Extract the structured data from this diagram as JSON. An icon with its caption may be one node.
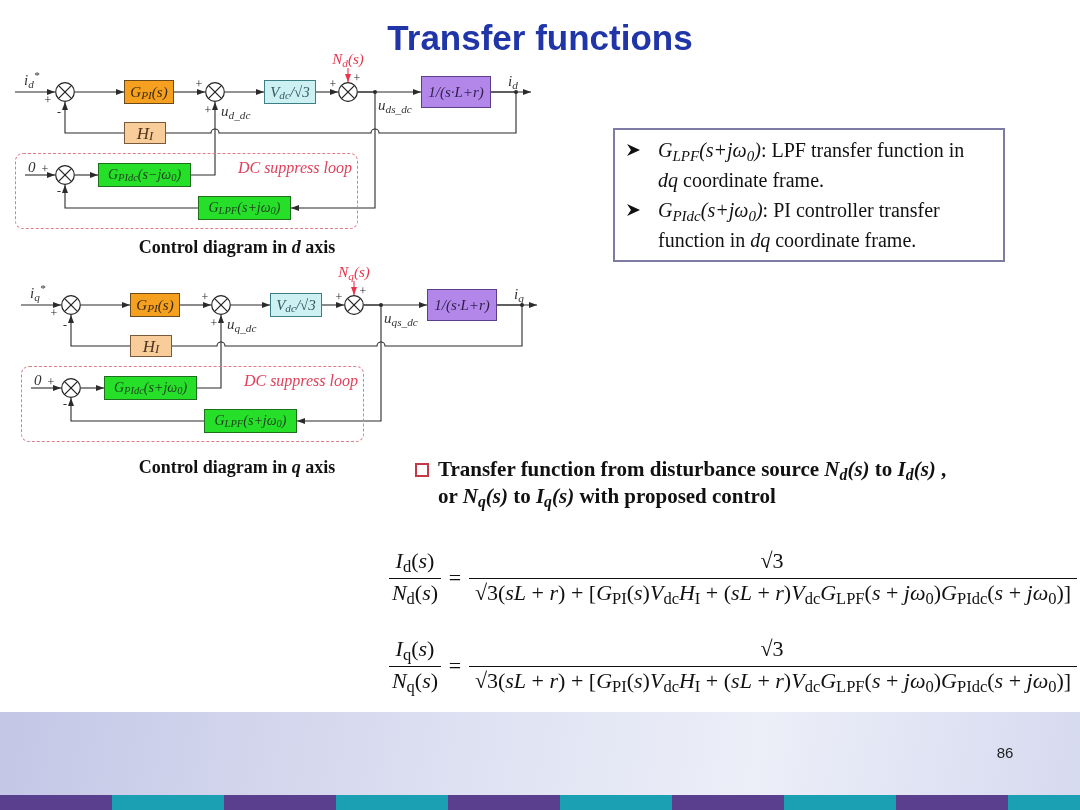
{
  "diagram": {
    "title": "Transfer functions",
    "nodes": [
      {
        "text": [],
        "shape": "circle",
        "beside": [
          "+",
          "-"
        ]
      },
      {
        "text": [
          "G$_{PI}$(s)"
        ]
      },
      {
        "text": [],
        "shape": "circle",
        "beside": [
          "+",
          "+"
        ]
      },
      {
        "text": [
          "V$_{dc}$/√3"
        ]
      },
      {
        "text": [
          "N$_{d}$(s)"
        ]
      },
      {
        "text": [],
        "shape": "circle",
        "beside": [
          "+",
          "+"
        ]
      },
      {
        "text": [
          "1/(s·L+r)"
        ]
      },
      {
        "text": [
          "H$_{I}$"
        ]
      },
      {
        "text": [
          "DC suppress loop"
        ]
      },
      {
        "text": [],
        "shape": "circle",
        "beside": [
          "+",
          "-"
        ],
        "in": 8
      },
      {
        "text": [
          "G$_{PIdc}$(s−jω$_{0}$)"
        ],
        "in": 8
      },
      {
        "text": [
          "G$_{LPF}$(s+jω$_{0}$)"
        ],
        "in": 8
      },
      {
        "text": [],
        "shape": "circle",
        "beside": [
          "+",
          "-"
        ]
      },
      {
        "text": [
          "G$_{PI}$(s)"
        ]
      },
      {
        "text": [],
        "shape": "circle",
        "beside": [
          "+",
          "+"
        ]
      },
      {
        "text": [
          "V$_{dc}$/√3"
        ]
      },
      {
        "text": [
          "N$_{q}$(s)"
        ]
      },
      {
        "text": [],
        "shape": "circle",
        "beside": [
          "+",
          "+"
        ]
      },
      {
        "text": [
          "1/(s·L+r)"
        ]
      },
      {
        "text": [
          "H$_{I}$"
        ]
      },
      {
        "text": [
          "DC suppress loop"
        ]
      },
      {
        "text": [],
        "shape": "circle",
        "beside": [
          "+",
          "-"
        ],
        "in": 20
      },
      {
        "text": [
          "G$_{PIdc}$(s+jω$_{0}$)"
        ],
        "in": 20
      },
      {
        "text": [
          "G$_{LPF}$(s+jω$_{0}$)"
        ],
        "in": 20
      },
      {
        "text": [
          "*G$_{LPF}$(s+jω$_{0}$)*: LPF transfer function in *dq* coordinate frame.",
          "*G$_{PIdc}$(s+jω$_{0}$)*: PI controller transfer function in *dq* coordinate frame."
        ]
      }
    ],
    "edges": [
      {
        "from": null,
        "to": 0,
        "arrow": "to",
        "label": "i$_{d}$$^{*}$"
      },
      {
        "from": 0,
        "to": 1,
        "arrow": "to"
      },
      {
        "from": 1,
        "to": 2,
        "arrow": "to"
      },
      {
        "from": 2,
        "to": 3,
        "arrow": "to"
      },
      {
        "from": 3,
        "to": 5,
        "arrow": "to"
      },
      {
        "from": 4,
        "to": 5,
        "arrow": "to",
        "color": "#e8334a"
      },
      {
        "from": 5,
        "to": 6,
        "arrow": "to",
        "label": "u$_{ds_dc}$"
      },
      {
        "from": 6,
        "to": null,
        "arrow": "to",
        "label": "i$_{d}$"
      },
      {
        "from": 6,
        "to": 7,
        "arrow": "none"
      },
      {
        "from": 7,
        "to": 0,
        "arrow": "to"
      },
      {
        "from": null,
        "to": 9,
        "arrow": "to",
        "label": "0"
      },
      {
        "from": 9,
        "to": 10,
        "arrow": "to"
      },
      {
        "from": 10,
        "to": 2,
        "arrow": "to",
        "label": "u$_{d_dc}$"
      },
      {
        "from": 5,
        "to": 11,
        "arrow": "to"
      },
      {
        "from": 11,
        "to": 9,
        "arrow": "to"
      },
      {
        "from": null,
        "to": 12,
        "arrow": "to",
        "label": "i$_{q}$$^{*}$"
      },
      {
        "from": 12,
        "to": 13,
        "arrow": "to"
      },
      {
        "from": 13,
        "to": 14,
        "arrow": "to"
      },
      {
        "from": 14,
        "to": 15,
        "arrow": "to"
      },
      {
        "from": 15,
        "to": 17,
        "arrow": "to"
      },
      {
        "from": 16,
        "to": 17,
        "arrow": "to",
        "color": "#e8334a"
      },
      {
        "from": 17,
        "to": 18,
        "arrow": "to",
        "label": "u$_{qs_dc}$"
      },
      {
        "from": 18,
        "to": null,
        "arrow": "to",
        "label": "i$_{q}$"
      },
      {
        "from": 18,
        "to": 19,
        "arrow": "none"
      },
      {
        "from": 19,
        "to": 12,
        "arrow": "to"
      },
      {
        "from": null,
        "to": 21,
        "arrow": "to",
        "label": "0"
      },
      {
        "from": 21,
        "to": 22,
        "arrow": "to"
      },
      {
        "from": 22,
        "to": 14,
        "arrow": "to",
        "label": "u$_{q_dc}$"
      },
      {
        "from": 17,
        "to": 23,
        "arrow": "to"
      },
      {
        "from": 23,
        "to": 21,
        "arrow": "to"
      }
    ],
    "labels": [
      "Control diagram in *d* axis",
      "Control diagram in *q* axis",
      "Transfer function from disturbance source *N$_{d}$(s)* to *I$_{d}$(s)* , or *N$_{q}$(s)* to *I$_{q}$(s)* with proposed control",
      "*I*$_{d}$(*s*)",
      "*N*$_{d}$(*s*)",
      "=",
      "√3",
      "√3(*sL* + *r*) + [*G*$_{PI}$(*s*)*V*$_{dc}$*H*$_{I}$ + (*sL* + *r*)*V*$_{dc}$*G*$_{LPF}$(*s* + *jω*$_{0}$)*G*$_{PIdc}$(*s* + *jω*$_{0}$)]",
      "*I*$_{q}$(*s*)",
      "*N*$_{q}$(*s*)",
      "=",
      "√3",
      "√3(*sL* + *r*) + [*G*$_{PI}$(*s*)*V*$_{dc}$*H*$_{I}$ + (*sL* + *r*)*V*$_{dc}$*G*$_{LPF}$(*s* + *jω*$_{0}$)*G*$_{PIdc}$(*s* + *jω*$_{0}$)]",
      "86"
    ]
  }
}
